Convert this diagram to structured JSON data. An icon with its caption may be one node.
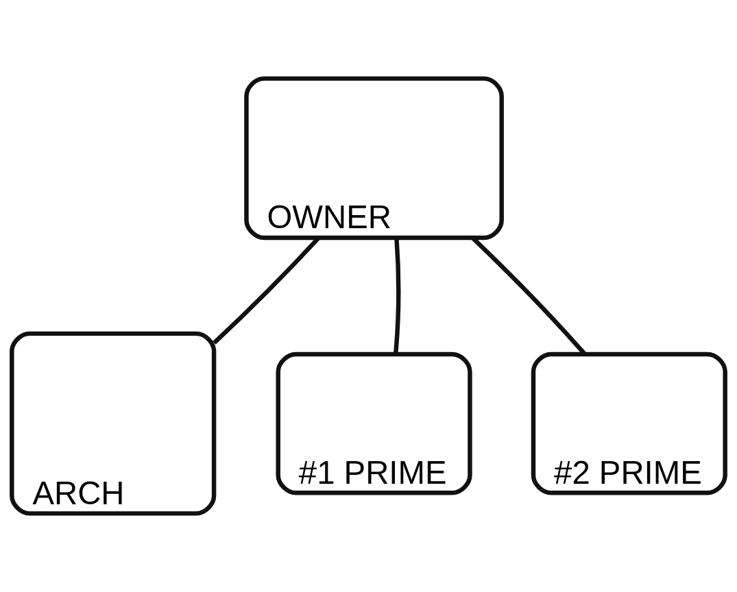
{
  "diagram": {
    "nodes": [
      {
        "text": [
          "OWNER"
        ]
      },
      {
        "text": [
          "ARCH"
        ]
      },
      {
        "text": [
          "#1 PRIME"
        ]
      },
      {
        "text": [
          "#2 PRIME"
        ]
      }
    ],
    "edges": [
      {
        "from": 1,
        "to": 0,
        "arrow": "none"
      },
      {
        "from": 2,
        "to": 0,
        "arrow": "none"
      },
      {
        "from": 3,
        "to": 0,
        "arrow": "none"
      }
    ]
  }
}
